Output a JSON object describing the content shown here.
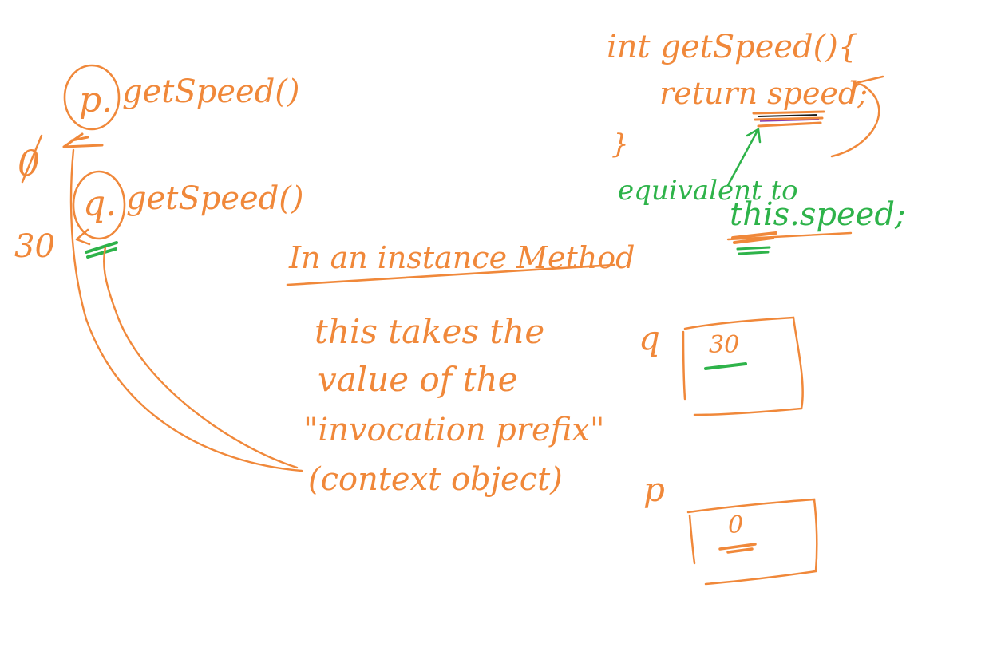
{
  "colors": {
    "orange": "#f0883a",
    "green": "#2eb34a",
    "black": "#1a1a1a",
    "purple": "#8a3aa8",
    "background": "#ffffff"
  },
  "left_calls": {
    "p_call": {
      "prefix": "p.",
      "method": "getSpeed()",
      "result": "0"
    },
    "q_call": {
      "prefix": "q.",
      "method": "getSpeed()",
      "result": "30"
    }
  },
  "method_code": {
    "line1": "int getSpeed(){",
    "line2": "return speed;",
    "line3": "}"
  },
  "equivalence": {
    "label": "equivalent to",
    "expr": "this.speed;"
  },
  "explanation": {
    "heading": "In an instance Method",
    "line1": "this takes the",
    "line2": "value of the",
    "line3": "\"invocation prefix\"",
    "line4": "(context object)"
  },
  "objects": [
    {
      "name": "q",
      "value": "30"
    },
    {
      "name": "p",
      "value": "0"
    }
  ]
}
